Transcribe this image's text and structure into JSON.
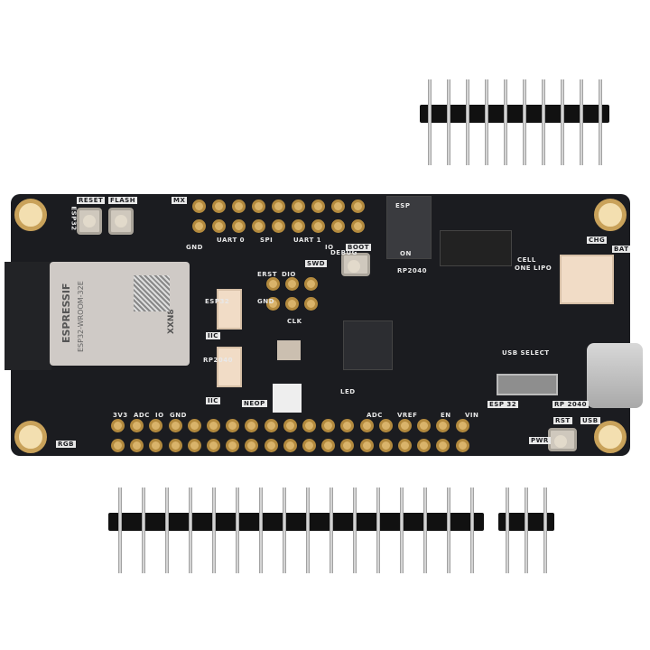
{
  "module": {
    "brand": "ESPRESSIF",
    "model": "ESP32-WROOM-32E",
    "code": "XXN8"
  },
  "labels": {
    "reset": "RESET",
    "flash": "FLASH",
    "esp32": "ESP32",
    "mx": "MX",
    "gnd": "GND",
    "uart0": "UART 0",
    "spi": "SPI",
    "uart1": "UART 1",
    "io": "IO",
    "debug": "DEBUG",
    "swd": "SWD",
    "erst": "ERST",
    "dio": "DIO",
    "clk": "CLK",
    "iic": "IIC",
    "rp2040": "RP2040",
    "neop": "NEOP",
    "rgb": "RGB",
    "v3": "3V3",
    "adc": "ADC",
    "boot": "BOOT",
    "esp": "ESP",
    "on": "ON",
    "cell": "CELL",
    "one_lipo": "ONE LIPO",
    "chg": "CHG",
    "bat": "BAT",
    "usb_select": "USB SELECT",
    "esp_32": "ESP 32",
    "rp_2040": "RP 2040",
    "rst": "RST",
    "usb": "USB",
    "pwr": "PWR",
    "led": "LED",
    "vref": "VREF",
    "en": "EN",
    "vin": "VIN"
  },
  "headers": {
    "loose_top_pins": 10,
    "loose_bottom_left_pins": 16,
    "loose_bottom_right_pins": 3
  },
  "colors": {
    "pcb": "#1b1c20",
    "gold": "#d9b36a",
    "silk": "#e8e8e8"
  }
}
